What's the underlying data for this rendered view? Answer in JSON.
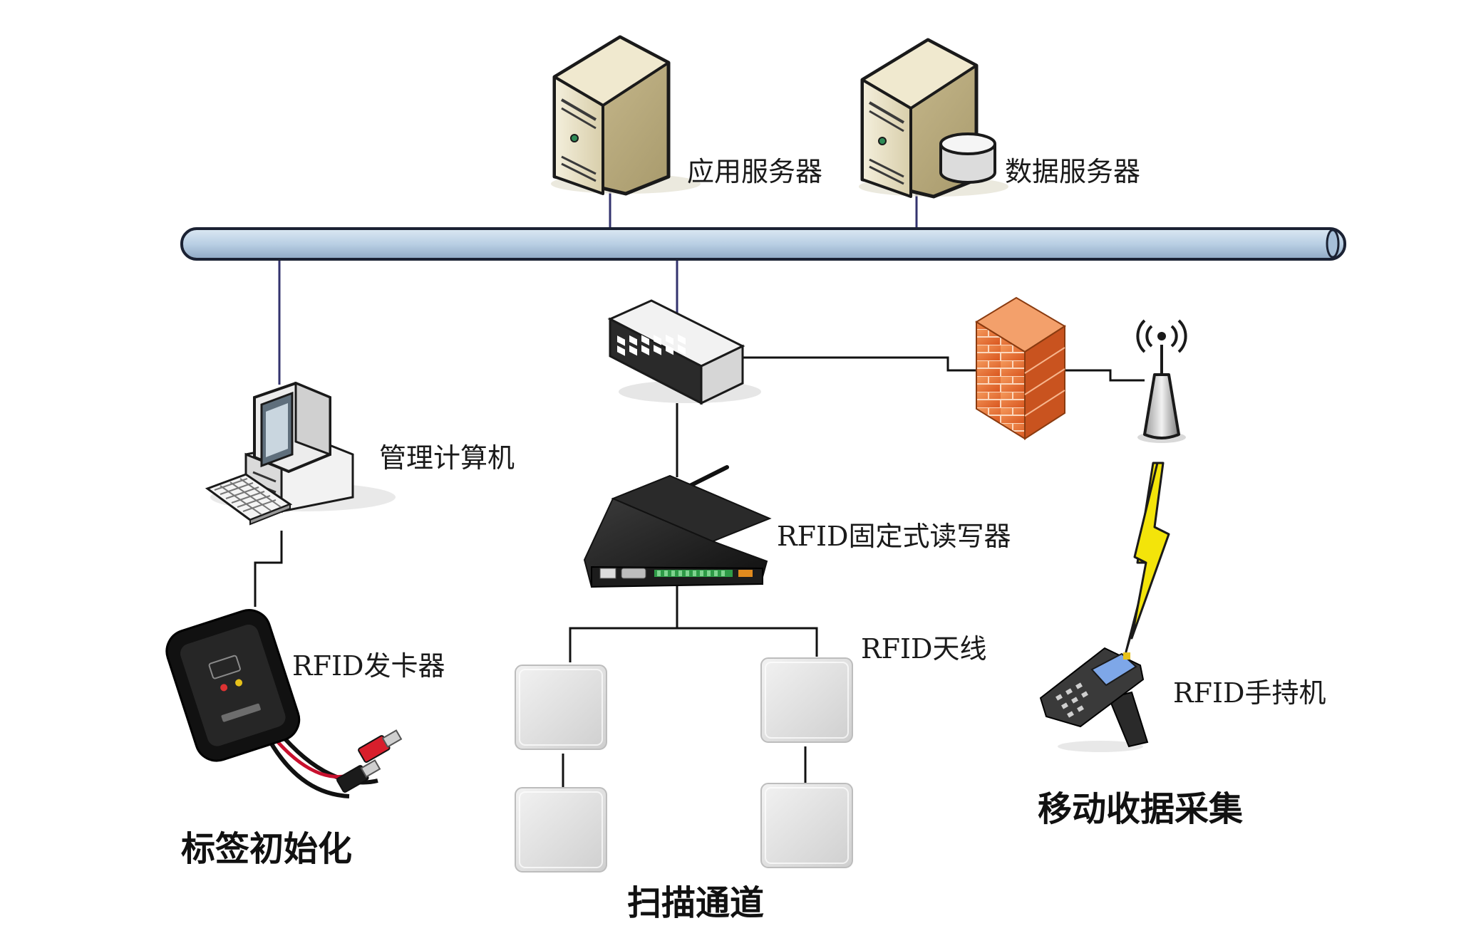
{
  "labels": {
    "app_server": "应用服务器",
    "data_server": "数据服务器",
    "mgmt_pc": "管理计算机",
    "fixed_reader": "RFID固定式读写器",
    "antenna": "RFID天线",
    "card_issuer": "RFID发卡器",
    "handheld": "RFID手持机"
  },
  "captions": {
    "tag_init": "标签初始化",
    "scan_channel": "扫描通道",
    "mobile_collect": "移动收据采集"
  },
  "colors": {
    "bus_fill": "#b9cfe4",
    "bus_stroke": "#1b2233",
    "server_beige": "#e9e1c4",
    "firewall_orange": "#e8743a",
    "lightning_yellow": "#f3e40a",
    "antenna_panel": "#e4e4e4"
  },
  "icons": [
    "server-icon",
    "database-icon",
    "computer-icon",
    "switch-icon",
    "firewall-icon",
    "wireless-tower-icon",
    "rfid-reader-icon",
    "antenna-panel-icon",
    "card-issuer-icon",
    "handheld-scanner-icon",
    "lightning-icon"
  ]
}
